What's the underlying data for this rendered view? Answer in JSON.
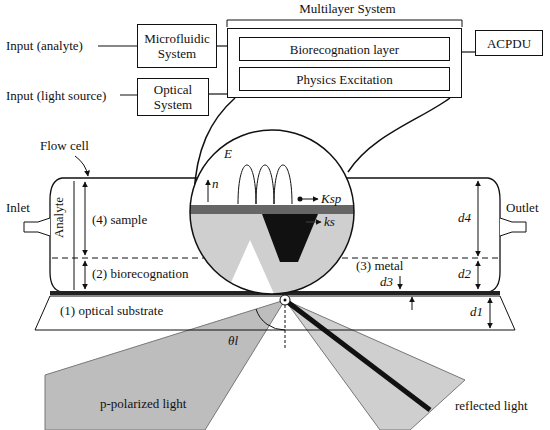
{
  "diagram": {
    "nodes": [
      {
        "text": [
          "Microfluidic System"
        ]
      },
      {
        "text": [
          "Optical System"
        ]
      },
      {
        "text": [
          "Multilayer System"
        ]
      },
      {
        "text": [
          "Biorecognation layer"
        ],
        "in": 2
      },
      {
        "text": [
          "Physics Excitation"
        ],
        "in": 2
      },
      {
        "text": [
          "ACPDU"
        ]
      }
    ],
    "edges": [
      {
        "from": 0,
        "to": 2,
        "arrow": "none"
      },
      {
        "from": 1,
        "to": 2,
        "arrow": "none"
      },
      {
        "from": 2,
        "to": 5,
        "arrow": "none"
      }
    ],
    "labels": [
      "Input (analyte)",
      "Input (light source)",
      "Flow cell",
      "Inlet",
      "Outlet",
      "Analyte",
      "(4) sample",
      "(2) biorecognation",
      "(3) metal",
      "(1) optical substrate",
      "d4",
      "d3",
      "d2",
      "d1",
      "θl",
      "p-polarized light",
      "reflected light",
      "E",
      "n",
      "Ksp",
      "ks"
    ]
  }
}
